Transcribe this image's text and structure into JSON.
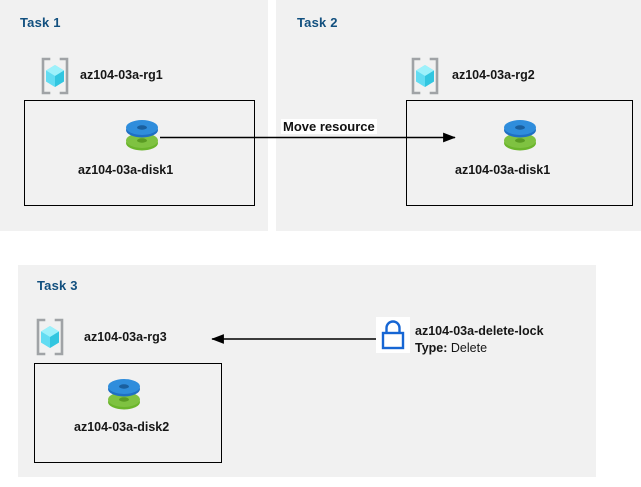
{
  "diagram": {
    "title_color": "#12507f",
    "panel_background": "#f1f1f1",
    "page_background": "#ffffff",
    "box_border_color": "#000000",
    "arrow_color": "#000000"
  },
  "tasks": [
    {
      "id": "task1",
      "title": "Task 1",
      "resource_group": {
        "icon": "resource-group-icon",
        "label": "az104-03a-rg1"
      },
      "resource": {
        "icon": "managed-disk-icon",
        "label": "az104-03a-disk1"
      }
    },
    {
      "id": "task2",
      "title": "Task 2",
      "resource_group": {
        "icon": "resource-group-icon",
        "label": "az104-03a-rg2"
      },
      "resource": {
        "icon": "managed-disk-icon",
        "label": "az104-03a-disk1"
      }
    },
    {
      "id": "task3",
      "title": "Task 3",
      "resource_group": {
        "icon": "resource-group-icon",
        "label": "az104-03a-rg3"
      },
      "resource": {
        "icon": "managed-disk-icon",
        "label": "az104-03a-disk2"
      },
      "lock": {
        "icon": "padlock-icon",
        "label": "az104-03a-delete-lock",
        "type_key": "Type:",
        "type_value": "Delete"
      }
    }
  ],
  "connectors": {
    "move_resource": {
      "label": "Move resource",
      "direction": "right",
      "from": "az104-03a-disk1",
      "to": "az104-03a-disk1"
    },
    "lock_applies_to": {
      "label": "",
      "direction": "left",
      "from": "az104-03a-delete-lock",
      "to": "az104-03a-rg3"
    }
  }
}
